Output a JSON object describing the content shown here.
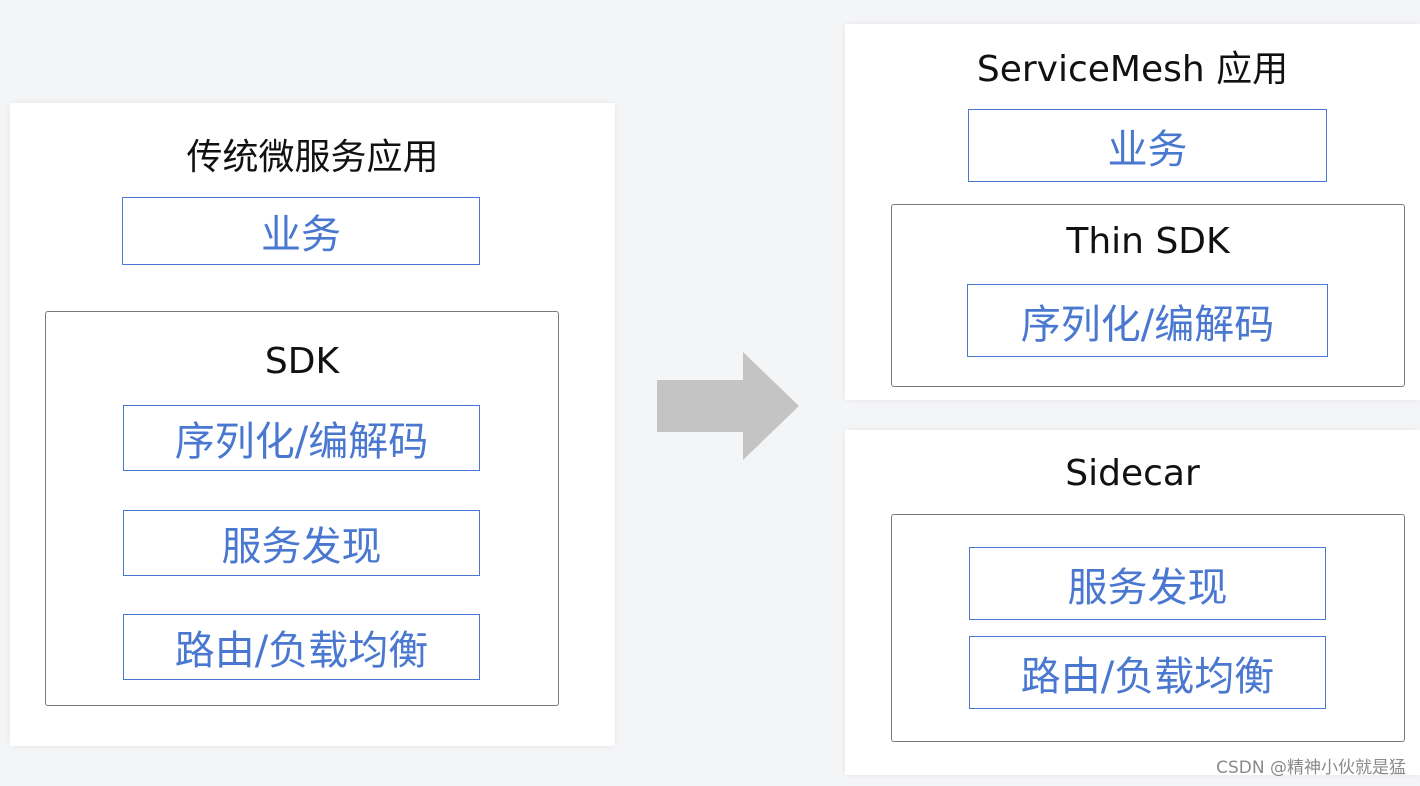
{
  "left_panel": {
    "title": "传统微服务应用",
    "business_label": "业务",
    "sdk": {
      "title": "SDK",
      "items": [
        "序列化/编解码",
        "服务发现",
        "路由/负载均衡"
      ]
    }
  },
  "right_panel_top": {
    "title": "ServiceMesh 应用",
    "business_label": "业务",
    "thin_sdk": {
      "title": "Thin SDK",
      "items": [
        "序列化/编解码"
      ]
    }
  },
  "right_panel_bottom": {
    "title": "Sidecar",
    "items": [
      "服务发现",
      "路由/负载均衡"
    ]
  },
  "arrow_icon": "right-arrow-icon",
  "watermark": "CSDN @精神小伙就是猛",
  "colors": {
    "accent_blue": "#4a78d0",
    "arrow_gray": "#c4c4c4",
    "background": "#f4f5f6"
  }
}
